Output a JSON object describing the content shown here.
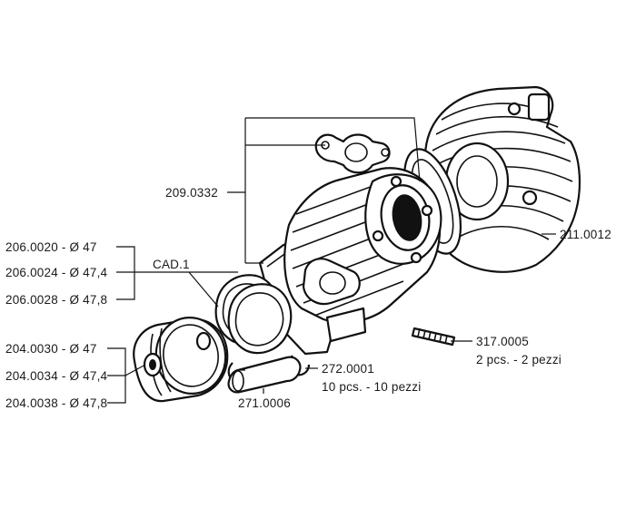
{
  "labels": {
    "gasket_set": "209.0332",
    "head": "211.0012",
    "ring_47": "206.0020 - Ø 47",
    "ring_474": "206.0024 - Ø 47,4",
    "ring_478": "206.0028 - Ø 47,8",
    "ring_qty": "CAD.1",
    "piston_47": "204.0030 - Ø 47",
    "piston_474": "204.0034 - Ø 47,4",
    "piston_478": "204.0038 - Ø 47,8",
    "clip": "272.0001",
    "clip_qty": "10 pcs. - 10 pezzi",
    "pin": "271.0006",
    "stud": "317.0005",
    "stud_qty": "2 pcs. - 2 pezzi"
  },
  "colors": {
    "line": "#111111",
    "text": "#1a1a1a",
    "background": "#ffffff"
  }
}
